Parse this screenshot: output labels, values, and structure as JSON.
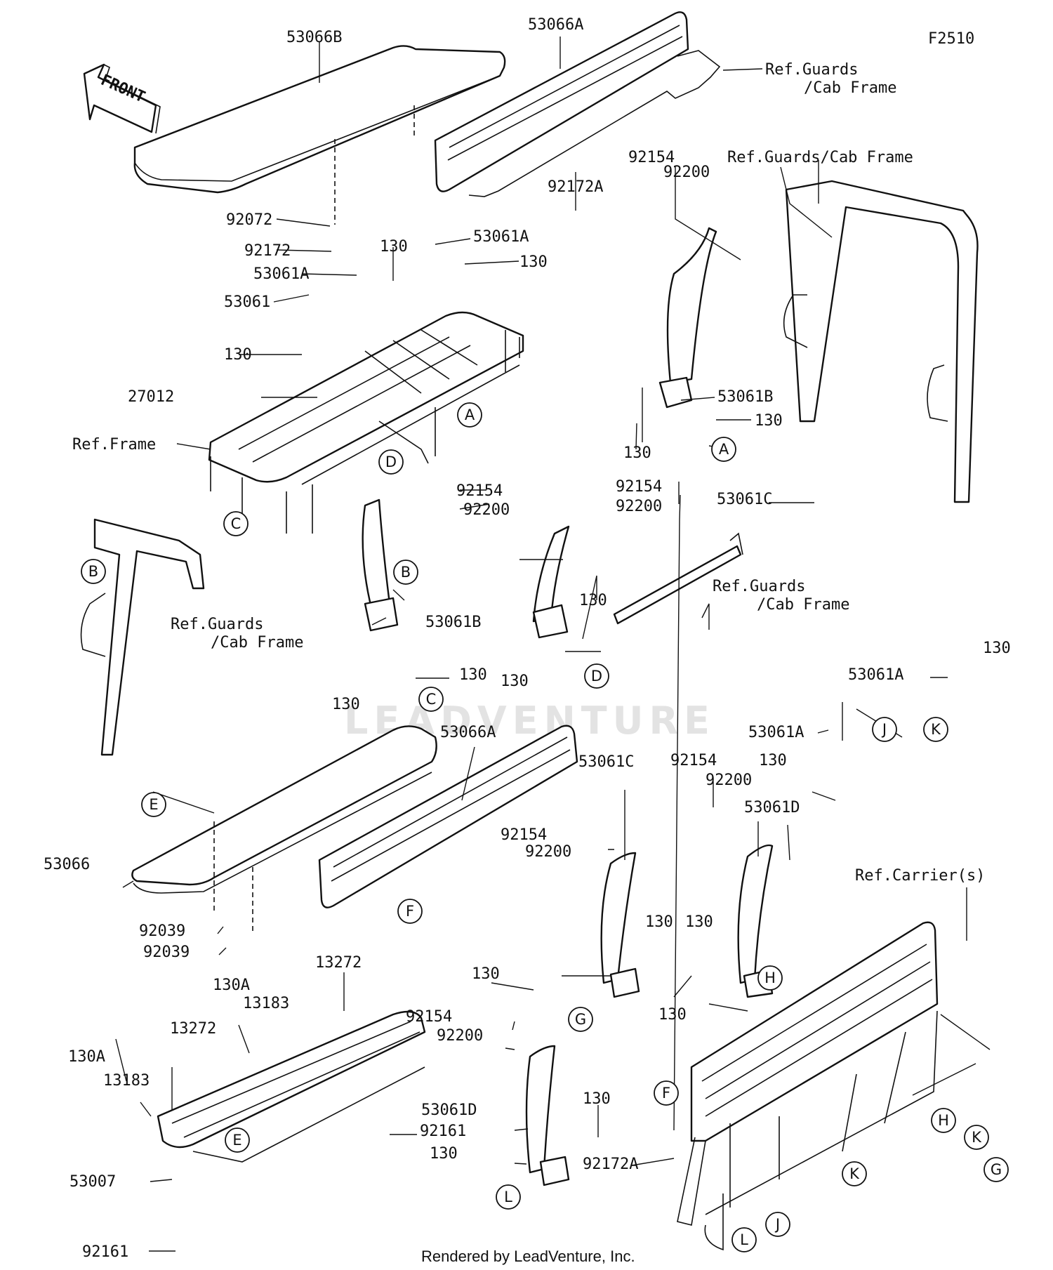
{
  "diagram_id": "F2510",
  "front_label": "FRONT",
  "footer": "Rendered by LeadVenture, Inc.",
  "watermark": "LEADVENTURE",
  "labels": [
    "53066B",
    "53066A",
    "Ref.Guards",
    "/Cab Frame",
    "Ref.Guards/Cab Frame",
    "92154",
    "92200",
    "92172A",
    "92072",
    "92172",
    "130",
    "53061A",
    "53061",
    "53061B",
    "27012",
    "Ref.Frame",
    "92154",
    "92200",
    "53061C",
    "Ref.Guards",
    "/Cab Frame",
    "Ref.Guards",
    "/Cab Frame",
    "53061B",
    "130",
    "53066A",
    "53061A",
    "53061A",
    "53061C",
    "92154",
    "92200",
    "53061D",
    "53066",
    "92039",
    "92039",
    "13272",
    "130A",
    "13183",
    "13272",
    "130A",
    "13183",
    "53007",
    "92161",
    "92161",
    "92154",
    "92200",
    "53061D",
    "130",
    "92172A",
    "Ref.Carrier(s)"
  ],
  "callouts": [
    "A",
    "B",
    "C",
    "D",
    "E",
    "F",
    "G",
    "H",
    "J",
    "K",
    "L"
  ]
}
